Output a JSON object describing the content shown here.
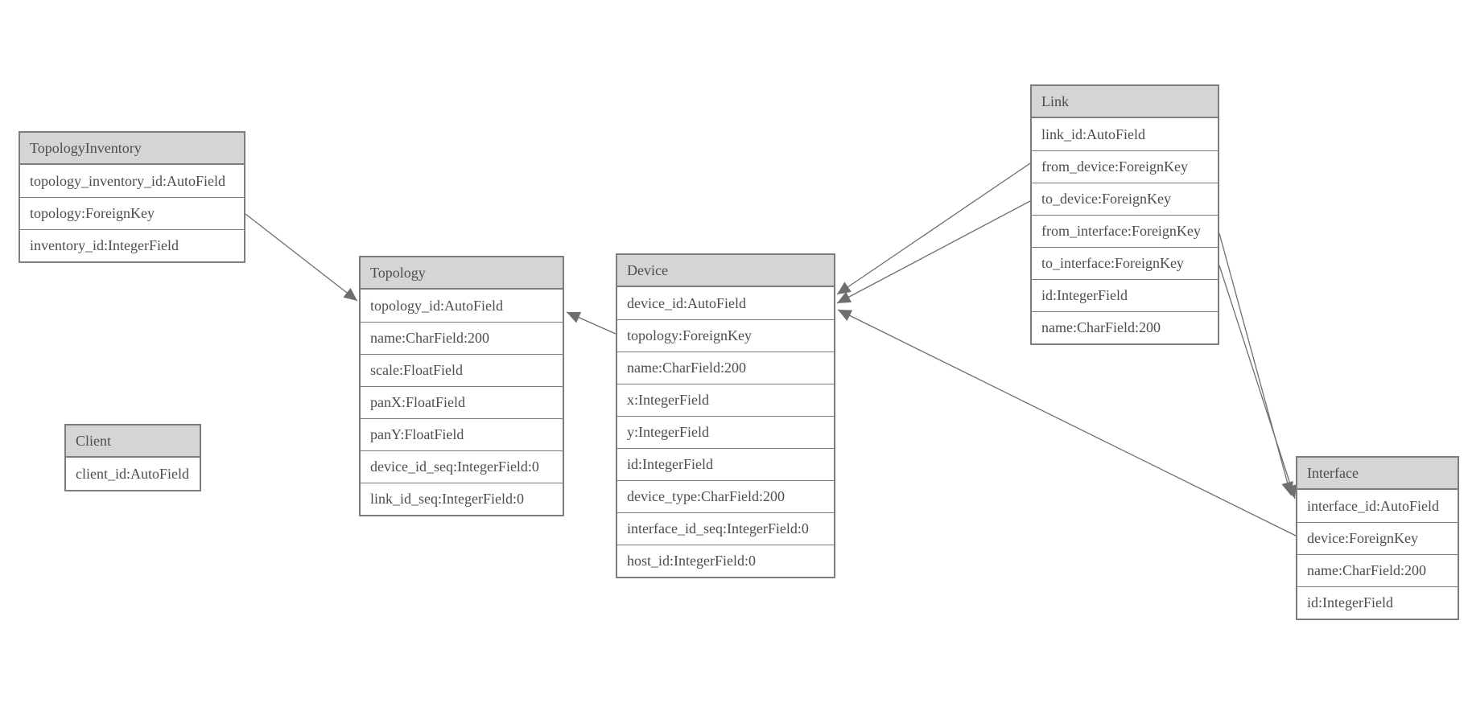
{
  "diagram": {
    "entities": [
      {
        "name": "TopologyInventory",
        "fields": [
          "topology_inventory_id:AutoField",
          "topology:ForeignKey",
          "inventory_id:IntegerField"
        ]
      },
      {
        "name": "Topology",
        "fields": [
          "topology_id:AutoField",
          "name:CharField:200",
          "scale:FloatField",
          "panX:FloatField",
          "panY:FloatField",
          "device_id_seq:IntegerField:0",
          "link_id_seq:IntegerField:0"
        ]
      },
      {
        "name": "Client",
        "fields": [
          "client_id:AutoField"
        ]
      },
      {
        "name": "Device",
        "fields": [
          "device_id:AutoField",
          "topology:ForeignKey",
          "name:CharField:200",
          "x:IntegerField",
          "y:IntegerField",
          "id:IntegerField",
          "device_type:CharField:200",
          "interface_id_seq:IntegerField:0",
          "host_id:IntegerField:0"
        ]
      },
      {
        "name": "Link",
        "fields": [
          "link_id:AutoField",
          "from_device:ForeignKey",
          "to_device:ForeignKey",
          "from_interface:ForeignKey",
          "to_interface:ForeignKey",
          "id:IntegerField",
          "name:CharField:200"
        ]
      },
      {
        "name": "Interface",
        "fields": [
          "interface_id:AutoField",
          "device:ForeignKey",
          "name:CharField:200",
          "id:IntegerField"
        ]
      }
    ],
    "relationships": [
      {
        "from": "TopologyInventory.topology",
        "to": "Topology"
      },
      {
        "from": "Device.topology",
        "to": "Topology"
      },
      {
        "from": "Link.from_device",
        "to": "Device"
      },
      {
        "from": "Link.to_device",
        "to": "Device"
      },
      {
        "from": "Link.from_interface",
        "to": "Interface"
      },
      {
        "from": "Link.to_interface",
        "to": "Interface"
      },
      {
        "from": "Interface.device",
        "to": "Device"
      }
    ],
    "colors": {
      "bg": "#ffffff",
      "border": "#7d7d7d",
      "header-fill": "#d5d5d5",
      "row-fill": "#ffffff",
      "text": "#4d4d4d",
      "line": "#6e6e6e"
    }
  }
}
